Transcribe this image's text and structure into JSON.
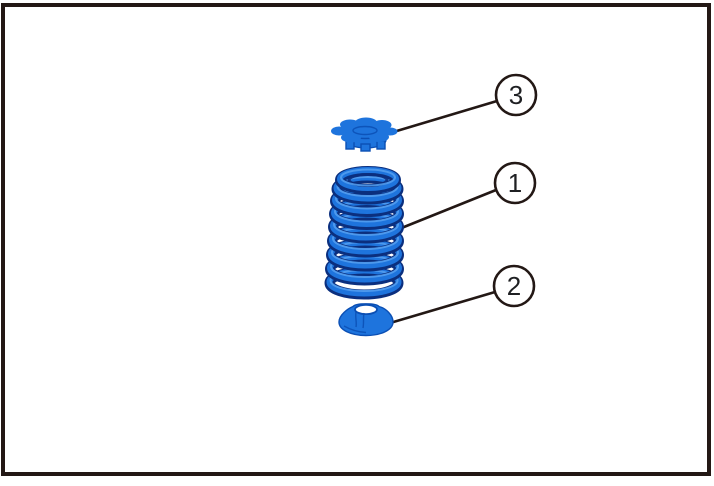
{
  "figure": {
    "type": "exploded-parts-diagram",
    "background_color": "#ffffff",
    "frame_color": "#231815",
    "number_color": "#1f2023",
    "part_color": "#1e74dd",
    "part_shadow_color": "#0b2f7e",
    "part_highlight_color": "#56a0f0",
    "part_edge_color": "#0b4fb4",
    "callouts": [
      {
        "number": "3"
      },
      {
        "number": "1"
      },
      {
        "number": "2"
      }
    ],
    "parts": [
      {
        "icon": "upper-spring-seat-icon",
        "callout": "3"
      },
      {
        "icon": "coil-spring-icon",
        "callout": "1"
      },
      {
        "icon": "lower-spring-seat-icon",
        "callout": "2"
      }
    ]
  }
}
